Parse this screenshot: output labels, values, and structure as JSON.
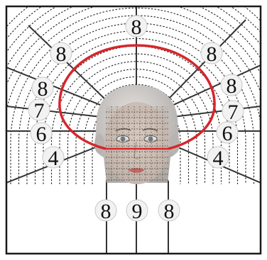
{
  "diagram": {
    "colors": {
      "frame": "#1a1a1a",
      "dashes": "#222222",
      "spokes": "#333333",
      "red_outline": "#d6262b",
      "badge_fill": "#f2f2f2",
      "badge_stroke": "#c8c8c8",
      "label": "#111111",
      "head_skin": "#c9c6c4",
      "face_skin": "#d8cfca",
      "grid_fill": "#bfae9f",
      "lips": "#c8413f",
      "eyes": "#4a6a86"
    },
    "icons": [
      "mannequin-head-icon"
    ],
    "labels": {
      "top": "8",
      "left_upper_8": "8",
      "right_upper_8": "8",
      "left_mid_8": "8",
      "right_mid_8": "8",
      "left_7": "7",
      "right_7": "7",
      "left_6": "6",
      "right_6": "6",
      "left_4": "4",
      "right_4": "4",
      "bottom_left_8": "8",
      "bottom_center_9": "9",
      "bottom_right_8": "8"
    }
  }
}
